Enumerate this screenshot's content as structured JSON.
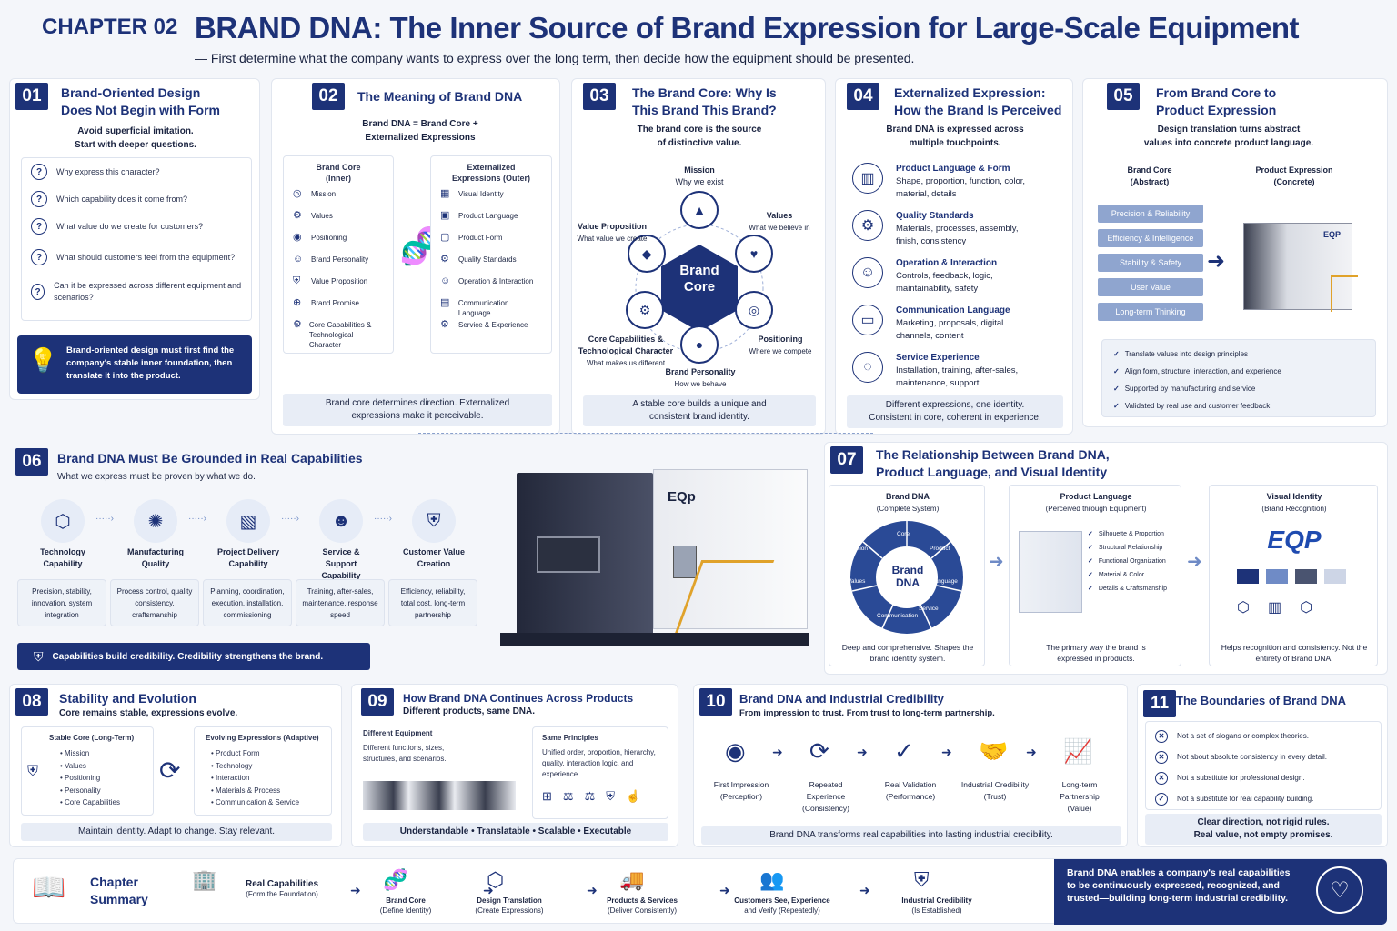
{
  "header": {
    "chapter": "CHAPTER 02",
    "title": "BRAND DNA: The Inner Source of Brand Expression for Large-Scale Equipment",
    "subtitle": "— First determine what the company wants to express over the long term, then decide how the equipment should be presented."
  },
  "p01": {
    "num": "01",
    "title1": "Brand-Oriented Design",
    "title2": "Does Not Begin with Form",
    "sub1": "Avoid superficial imitation.",
    "sub2": "Start with deeper questions.",
    "questions": [
      "Why express this character?",
      "Which capability does it come from?",
      "What value do we create for customers?",
      "What should customers feel from the equipment?",
      "Can it be expressed across different equipment and scenarios?"
    ],
    "note": "Brand-oriented design must first find the company's stable inner foundation, then translate it into the product."
  },
  "p02": {
    "num": "02",
    "title": "The Meaning of Brand DNA",
    "sub": "Brand DNA = Brand Core + Externalized Expressions",
    "inner_title": "Brand Core (Inner)",
    "inner": [
      "Mission",
      "Values",
      "Positioning",
      "Brand Personality",
      "Value Proposition",
      "Brand Promise",
      "Core Capabilities & Technological Character"
    ],
    "outer_title": "Externalized Expressions (Outer)",
    "outer": [
      "Visual Identity",
      "Product Language",
      "Product Form",
      "Quality Standards",
      "Operation & Interaction",
      "Communication Language",
      "Service & Experience"
    ],
    "foot": "Brand core determines direction. Externalized expressions make it perceivable."
  },
  "p03": {
    "num": "03",
    "title1": "The Brand Core: Why Is",
    "title2": "This Brand This Brand?",
    "sub1": "The brand core is the source",
    "sub2": "of distinctive value.",
    "center": "Brand Core",
    "mission": "Mission",
    "mission_d": "Why we exist",
    "values": "Values",
    "values_d": "What we believe in",
    "vp": "Value Proposition",
    "vp_d": "What value we create",
    "pos": "Positioning",
    "pos_d": "Where we compete",
    "cap": "Core Capabilities & Technological Character",
    "cap_d": "What makes us different",
    "pers": "Brand Personality",
    "pers_d": "How we behave",
    "foot": "A stable core builds a unique and consistent brand identity."
  },
  "p04": {
    "num": "04",
    "title1": "Externalized Expression:",
    "title2": "How the Brand Is Perceived",
    "sub1": "Brand DNA is expressed across",
    "sub2": "multiple touchpoints.",
    "items": [
      {
        "t": "Product Language & Form",
        "d": "Shape, proportion, function, color, material, details"
      },
      {
        "t": "Quality Standards",
        "d": "Materials, processes, assembly, finish, consistency"
      },
      {
        "t": "Operation & Interaction",
        "d": "Controls, feedback, logic, maintainability, safety"
      },
      {
        "t": "Communication Language",
        "d": "Marketing, proposals, digital channels, content"
      },
      {
        "t": "Service Experience",
        "d": "Installation, training, after-sales, maintenance, support"
      }
    ],
    "foot1": "Different expressions, one identity.",
    "foot2": "Consistent in core, coherent in experience."
  },
  "p05": {
    "num": "05",
    "title1": "From Brand Core to",
    "title2": "Product Expression",
    "sub1": "Design translation turns abstract",
    "sub2": "values into concrete product language.",
    "left_h1": "Brand Core",
    "left_h2": "(Abstract)",
    "right_h1": "Product Expression",
    "right_h2": "(Concrete)",
    "values": [
      "Precision & Reliability",
      "Efficiency & Intelligence",
      "Stability & Safety",
      "User Value",
      "Long-term Thinking"
    ],
    "checks": [
      "Translate values into design principles",
      "Align form, structure, interaction, and experience",
      "Supported by manufacturing and service",
      "Validated by real use and customer feedback"
    ],
    "logo": "EQP"
  },
  "p06": {
    "num": "06",
    "title": "Brand DNA Must Be Grounded in Real Capabilities",
    "sub": "What we express must be proven by what we do.",
    "caps": [
      {
        "t": "Technology Capability",
        "d": "Precision, stability, innovation, system integration"
      },
      {
        "t": "Manufacturing Quality",
        "d": "Process control, quality consistency, craftsmanship"
      },
      {
        "t": "Project Delivery Capability",
        "d": "Planning, coordination, execution, installation, commissioning"
      },
      {
        "t": "Service & Support Capability",
        "d": "Training, after-sales, maintenance, response speed"
      },
      {
        "t": "Customer Value Creation",
        "d": "Efficiency, reliability, total cost, long-term partnership"
      }
    ],
    "note": "Capabilities build credibility. Credibility strengthens the brand."
  },
  "machine": {
    "logo": "EQp"
  },
  "p07": {
    "num": "07",
    "title1": "The Relationship Between Brand DNA,",
    "title2": "Product Language, and Visual Identity",
    "c1_h": "Brand DNA",
    "c1_s": "(Complete System)",
    "wheel_center": "Brand DNA",
    "wheel": [
      "Core",
      "Product",
      "Language",
      "Service",
      "Communication",
      "Values",
      "Mission"
    ],
    "c1_f": "Deep and comprehensive. Shapes the brand identity system.",
    "c2_h": "Product Language",
    "c2_s": "(Perceived through Equipment)",
    "c2_items": [
      "Silhouette & Proportion",
      "Structural Relationship",
      "Functional Organization",
      "Material & Color",
      "Details & Craftsmanship"
    ],
    "c2_f": "The primary way the brand is expressed in products.",
    "c3_h": "Visual Identity",
    "c3_s": "(Brand Recognition)",
    "logo": "EQP",
    "swatches": [
      "#1d3278",
      "#6f8bc6",
      "#4a5470",
      "#cdd5e6"
    ],
    "c3_f": "Helps recognition and consistency. Not the entirety of Brand DNA."
  },
  "p08": {
    "num": "08",
    "title": "Stability and Evolution",
    "sub": "Core remains stable, expressions evolve.",
    "l_h": "Stable Core (Long-Term)",
    "l": [
      "Mission",
      "Values",
      "Positioning",
      "Personality",
      "Core Capabilities"
    ],
    "r_h": "Evolving Expressions (Adaptive)",
    "r": [
      "Product Form",
      "Technology",
      "Interaction",
      "Materials & Process",
      "Communication & Service"
    ],
    "foot": "Maintain identity. Adapt to change. Stay relevant."
  },
  "p09": {
    "num": "09",
    "title": "How Brand DNA Continues Across Products",
    "sub": "Different products, same DNA.",
    "l_h": "Different Equipment",
    "l_d": "Different functions, sizes, structures, and scenarios.",
    "r_h": "Same Principles",
    "r_d": "Unified order, proportion, hierarchy, quality, interaction logic, and experience.",
    "foot": "Understandable • Translatable • Scalable • Executable"
  },
  "p10": {
    "num": "10",
    "title": "Brand DNA and Industrial Credibility",
    "sub": "From impression to trust. From trust to long-term partnership.",
    "steps": [
      {
        "t": "First Impression",
        "s": "(Perception)"
      },
      {
        "t": "Repeated Experience",
        "s": "(Consistency)"
      },
      {
        "t": "Real Validation",
        "s": "(Performance)"
      },
      {
        "t": "Industrial Credibility",
        "s": "(Trust)"
      },
      {
        "t": "Long-term Partnership",
        "s": "(Value)"
      }
    ],
    "foot": "Brand DNA transforms real capabilities into lasting industrial credibility."
  },
  "p11": {
    "num": "11",
    "title": "The Boundaries of Brand DNA",
    "items": [
      "Not a set of slogans or complex theories.",
      "Not about absolute consistency in every detail.",
      "Not a substitute for professional design.",
      "Not a substitute for real capability building."
    ],
    "foot1": "Clear direction, not rigid rules.",
    "foot2": "Real value, not empty promises."
  },
  "summary": {
    "title1": "Chapter",
    "title2": "Summary",
    "steps": [
      {
        "t": "Real Capabilities",
        "s": "(Form the Foundation)"
      },
      {
        "t": "Brand Core",
        "s": "(Define Identity)"
      },
      {
        "t": "Design Translation",
        "s": "(Create Expressions)"
      },
      {
        "t": "Products & Services",
        "s": "(Deliver Consistently)"
      },
      {
        "t": "Customers See, Experience",
        "s": "and Verify (Repeatedly)"
      },
      {
        "t": "Industrial Credibility",
        "s": "(Is Established)"
      }
    ],
    "closing": "Brand DNA enables a company's real capabilities to be continuously expressed, recognized, and trusted—building long-term industrial credibility."
  }
}
